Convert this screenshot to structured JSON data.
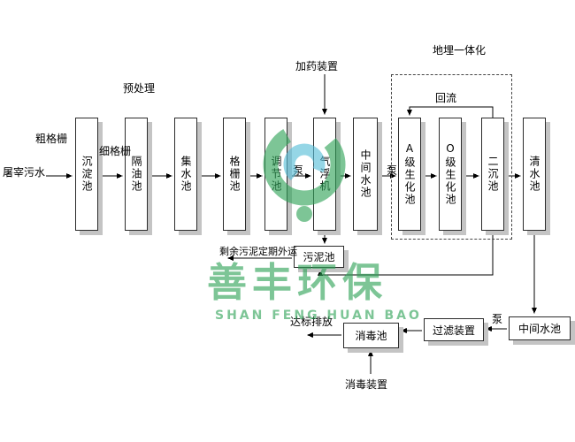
{
  "colors": {
    "watermark_green": "#2ea357",
    "watermark_blue": "#55bdd8",
    "box_shadow": "#c4c4c4",
    "line": "#000000"
  },
  "labels": {
    "influent": "屠宰污水",
    "coarse_screen": "粗格栅",
    "fine_screen": "细格栅",
    "pretreatment": "预处理",
    "dosing_device": "加药装置",
    "buried_integration": "地埋一体化",
    "reflux": "回流",
    "pump": "泵",
    "sludge_out": "剩余污泥定期外运",
    "discharge": "达标排放",
    "disinfection_device": "消毒装置"
  },
  "main_tanks": [
    {
      "label": "沉淀池"
    },
    {
      "label": "隔油池"
    },
    {
      "label": "集水池"
    },
    {
      "label": "格栅池"
    },
    {
      "label": "调节池"
    },
    {
      "label": "气浮机"
    },
    {
      "label": "中间水池"
    },
    {
      "label": "A级生化池"
    },
    {
      "label": "O级生化池"
    },
    {
      "label": "二沉池"
    },
    {
      "label": "清水池"
    }
  ],
  "sub_tanks": [
    {
      "label": "污泥池"
    },
    {
      "label": "消毒池"
    },
    {
      "label": "过滤装置"
    },
    {
      "label": "中间水池"
    }
  ],
  "watermark": {
    "name_cn": "善丰环保",
    "name_en": "SHAN FENG HUAN BAO"
  }
}
